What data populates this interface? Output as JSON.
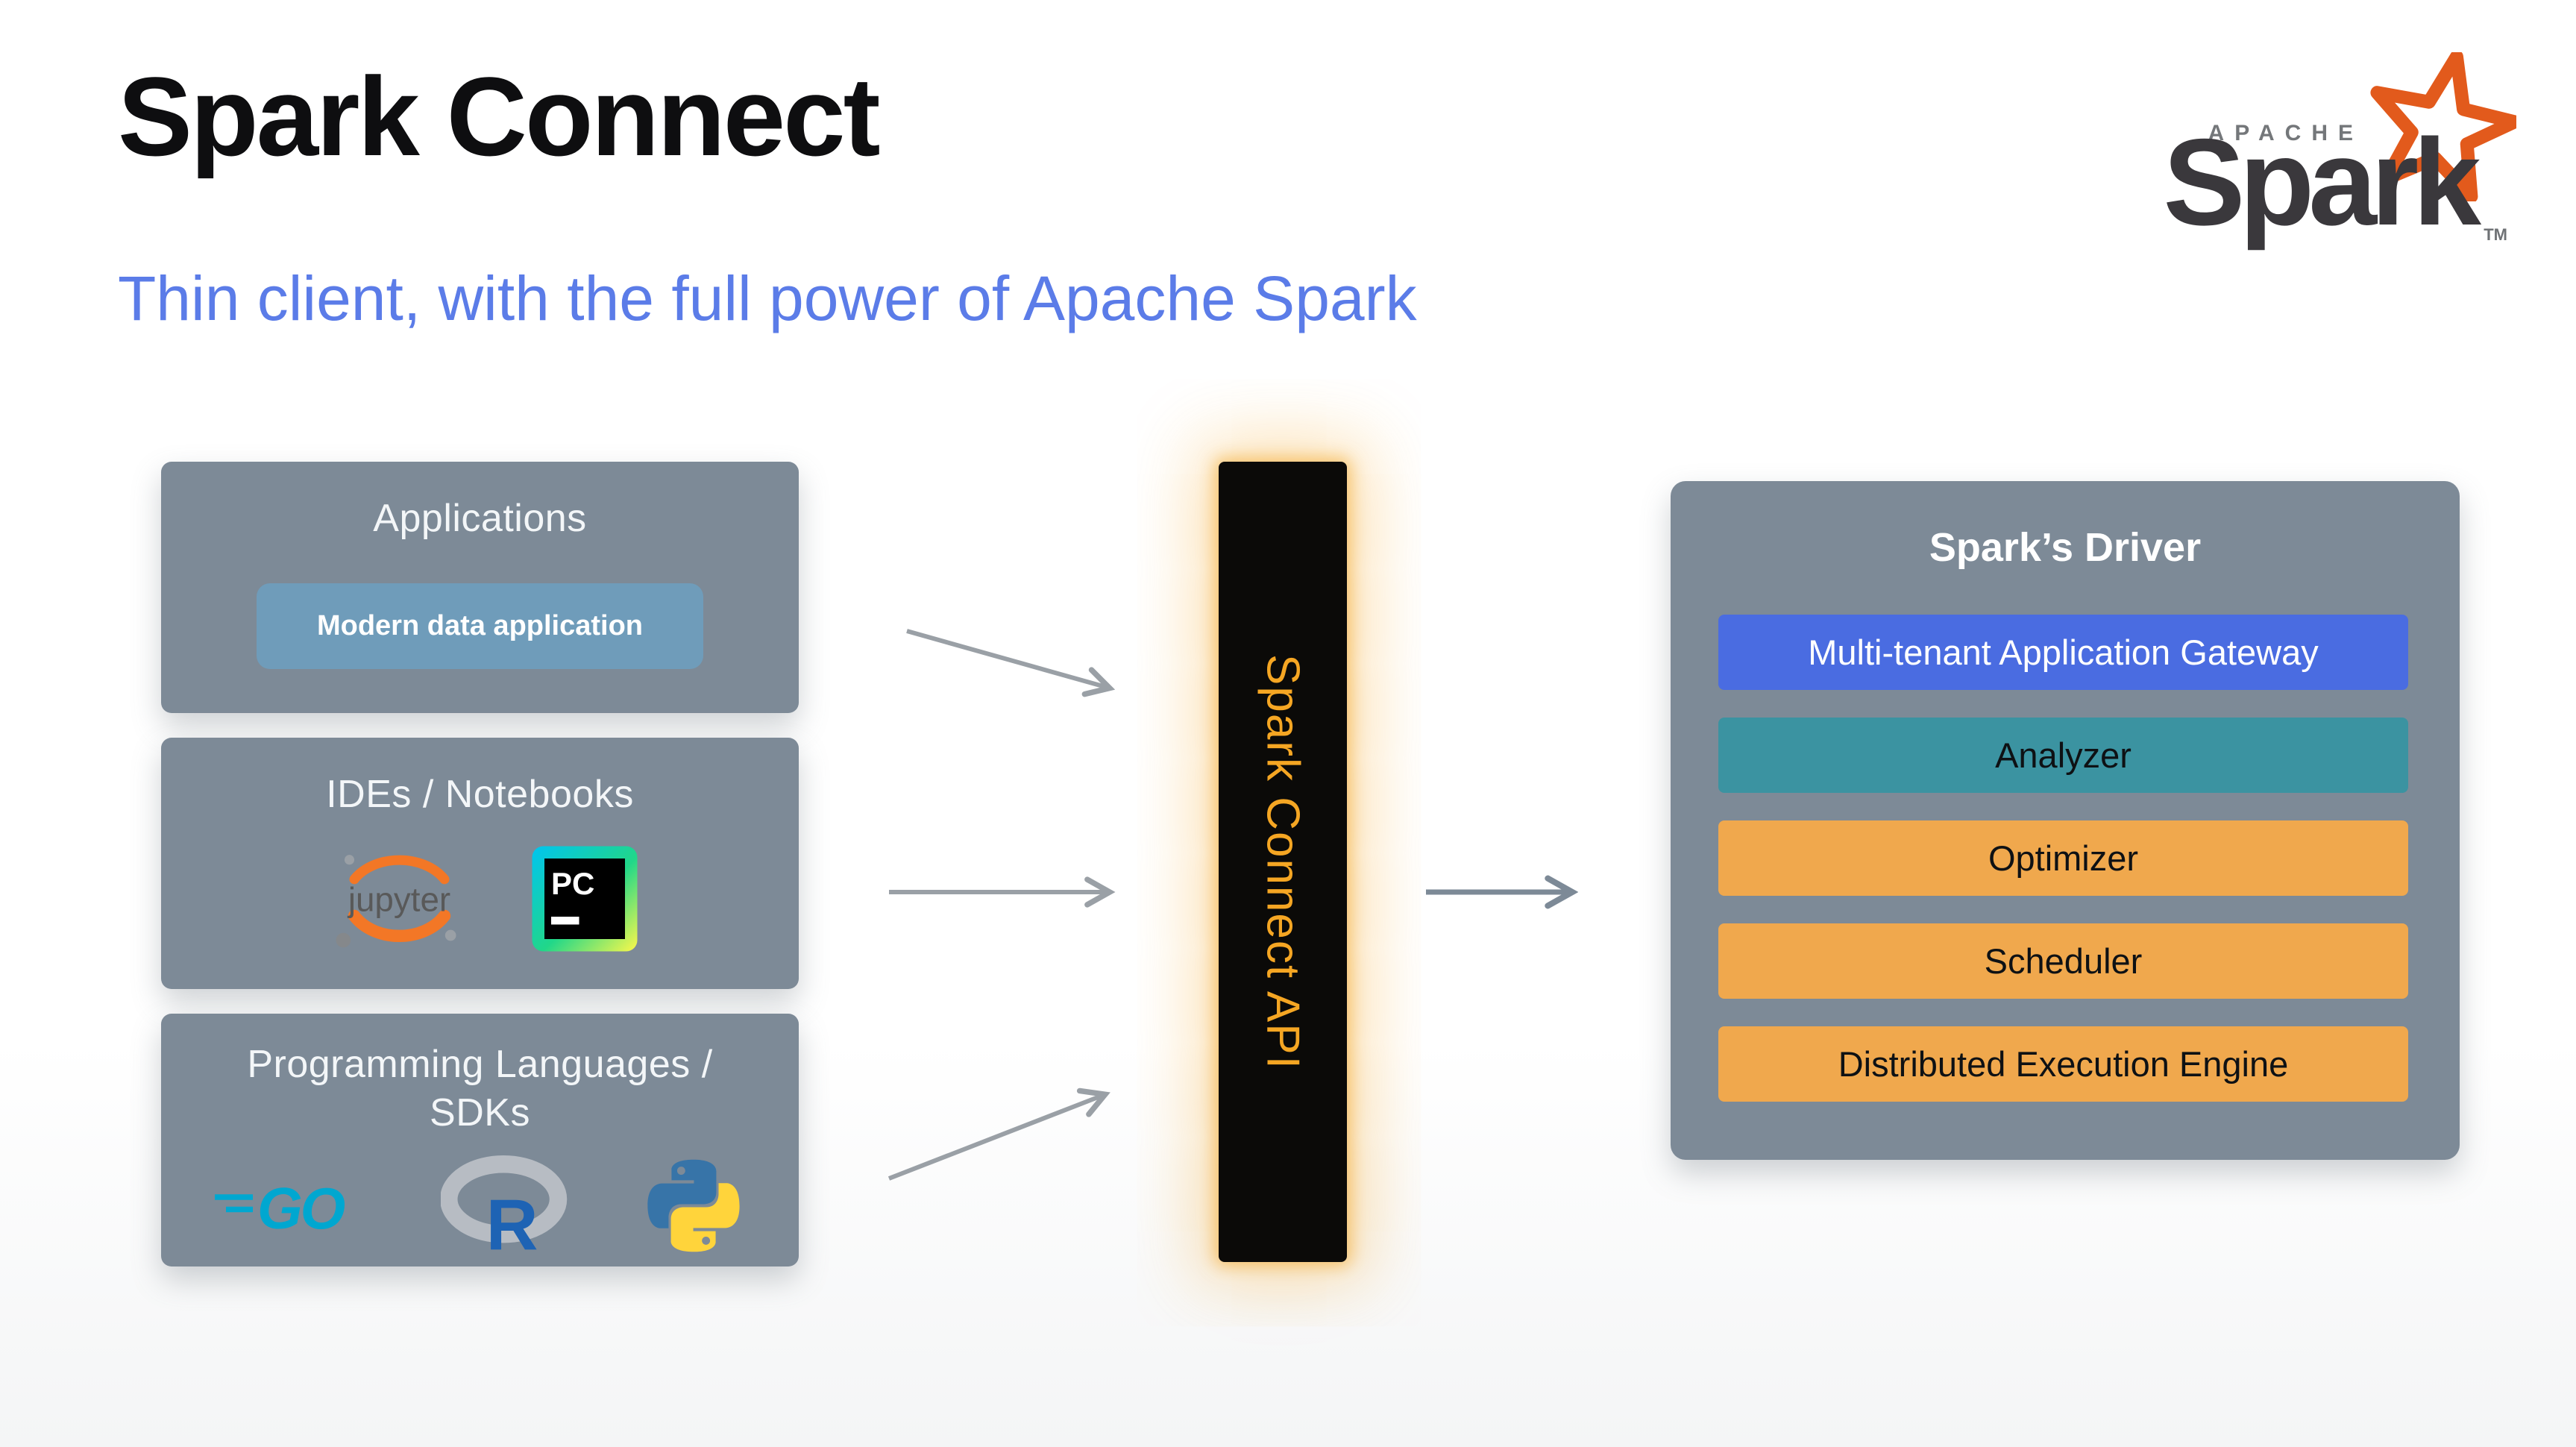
{
  "slide": {
    "title": "Spark Connect",
    "subtitle": "Thin client, with the full power of Apache Spark"
  },
  "brand": {
    "apache_label": "APACHE",
    "spark_label": "Spark",
    "tm_label": "TM"
  },
  "sources": {
    "applications": {
      "title": "Applications",
      "chip_label": "Modern data application"
    },
    "ides": {
      "title": "IDEs / Notebooks",
      "jupyter_label": "jupyter",
      "pycharm_label": "PC"
    },
    "languages": {
      "title_line1": "Programming Languages /",
      "title_line2": "SDKs",
      "go_label": "GO",
      "r_label": "R"
    }
  },
  "connector": {
    "label": "Spark Connect API"
  },
  "driver": {
    "title": "Spark’s Driver",
    "layers": [
      {
        "label": "Multi-tenant Application Gateway",
        "color": "#4a6ce1",
        "text_color": "#ffffff"
      },
      {
        "label": "Analyzer",
        "color": "#3b93a1",
        "text_color": "#0e1114"
      },
      {
        "label": "Optimizer",
        "color": "#f0a84d",
        "text_color": "#0e1114"
      },
      {
        "label": "Scheduler",
        "color": "#f0a84d",
        "text_color": "#0e1114"
      },
      {
        "label": "Distributed Execution Engine",
        "color": "#f0a84d",
        "text_color": "#0e1114"
      }
    ]
  },
  "colors": {
    "panel_gray": "#7d8a97",
    "chip_blue": "#6f9cba",
    "subtitle_blue": "#5b7ce8",
    "connector_text": "#f5a623",
    "connector_bg": "#0b0a08",
    "arrow_gray": "#9aa0a6",
    "arrow_slate": "#7d8a97",
    "star_orange": "#e25a1c",
    "wordmark_gray": "#3a383c",
    "jupyter_orange": "#f37726",
    "go_cyan": "#00a7d0",
    "r_blue": "#1e63b4",
    "python_blue": "#3774a8",
    "python_yellow": "#ffd43b"
  }
}
